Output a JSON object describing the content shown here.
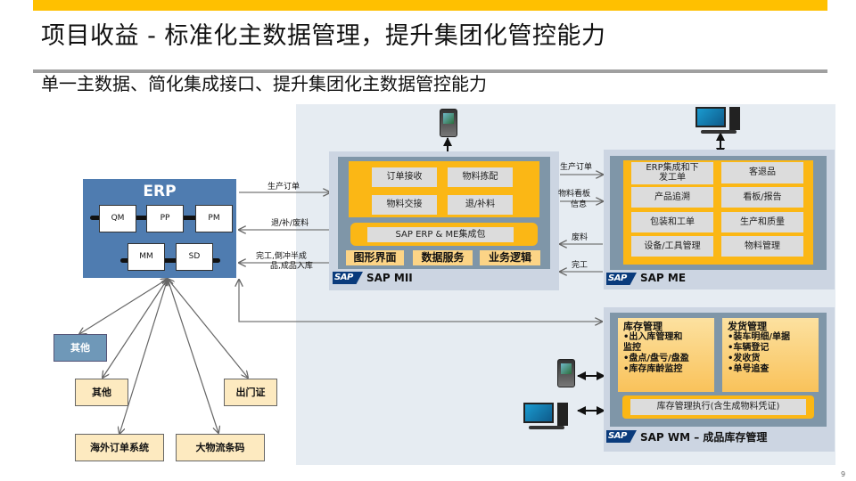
{
  "title": "项目收益 - 标准化主数据管理，提升集团化管控能力",
  "subtitle": "单一主数据、简化集成接口、提升集团化主数据管控能力",
  "page_number": "9",
  "erp": {
    "title": "ERP",
    "modules_row1": [
      "QM",
      "PP",
      "PM"
    ],
    "modules_row2": [
      "MM",
      "SD"
    ]
  },
  "erp_mii_flows": {
    "to_mii": "生产订单",
    "from_mii_1": "退/补/废料",
    "from_mii_2_line1": "完工,倒冲半成",
    "from_mii_2_line2": "品,成品入库"
  },
  "external_systems": [
    {
      "label": "其他",
      "style": "blue"
    },
    {
      "label": "其他",
      "style": "tan"
    },
    {
      "label": "出门证",
      "style": "tan"
    },
    {
      "label": "海外订单系统",
      "style": "tan"
    },
    {
      "label": "大物流条码",
      "style": "tan"
    }
  ],
  "mii": {
    "functions": [
      "订单接收",
      "物料拣配",
      "物料交接",
      "退/补料"
    ],
    "integration": "SAP ERP & ME集成包",
    "layers": [
      "图形界面",
      "数据服务",
      "业务逻辑"
    ],
    "logo": "SAP",
    "label": "SAP MII"
  },
  "mii_me_flows": {
    "to_me_1": "生产订单",
    "to_me_2_line1": "物料看板",
    "to_me_2_line2": "信息",
    "from_me_1": "废料",
    "from_me_2": "完工"
  },
  "me": {
    "functions": [
      {
        "line1": "ERP集成和下",
        "line2": "发工单"
      },
      {
        "line1": "客退品",
        "line2": ""
      },
      {
        "line1": "产品追溯",
        "line2": ""
      },
      {
        "line1": "看板/报告",
        "line2": ""
      },
      {
        "line1": "包装和工单",
        "line2": ""
      },
      {
        "line1": "生产和质量",
        "line2": ""
      },
      {
        "line1": "设备/工具管理",
        "line2": ""
      },
      {
        "line1": "物料管理",
        "line2": ""
      }
    ],
    "logo": "SAP",
    "label": "SAP ME"
  },
  "wm": {
    "inventory": {
      "heading": "库存管理",
      "items": [
        "•出入库管理和",
        "监控",
        "•盘点/盘亏/盘盈",
        "•库存库龄监控"
      ]
    },
    "shipping": {
      "heading": "发货管理",
      "items": [
        "•装车明细/单据",
        "•车辆登记",
        "•发收货",
        "•单号追查"
      ]
    },
    "execution": "库存管理执行(含生成物料凭证)",
    "logo": "SAP",
    "label": "SAP WM – 成品库存管理"
  },
  "colors": {
    "accent_bar": "#FFC000",
    "erp_blue": "#4f7cb0",
    "orange": "#FBB715",
    "panel_bg": "#e6ecf2"
  }
}
